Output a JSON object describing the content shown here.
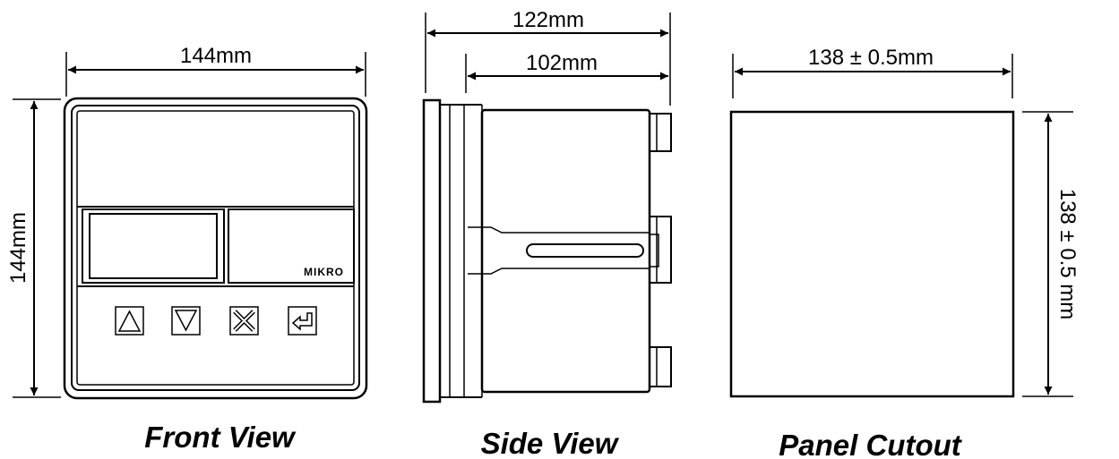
{
  "front_view": {
    "title": "Front View",
    "width_label": "144mm",
    "height_label": "144mm",
    "brand": "MIKRO",
    "buttons": [
      {
        "name": "up-arrow-icon"
      },
      {
        "name": "down-arrow-icon"
      },
      {
        "name": "cancel-x-icon"
      },
      {
        "name": "enter-icon"
      }
    ]
  },
  "side_view": {
    "title": "Side View",
    "total_depth_label": "122mm",
    "body_depth_label": "102mm"
  },
  "panel_cutout": {
    "title": "Panel Cutout",
    "width_label": "138 ± 0.5mm",
    "height_label": "138 ± 0.5 mm"
  }
}
